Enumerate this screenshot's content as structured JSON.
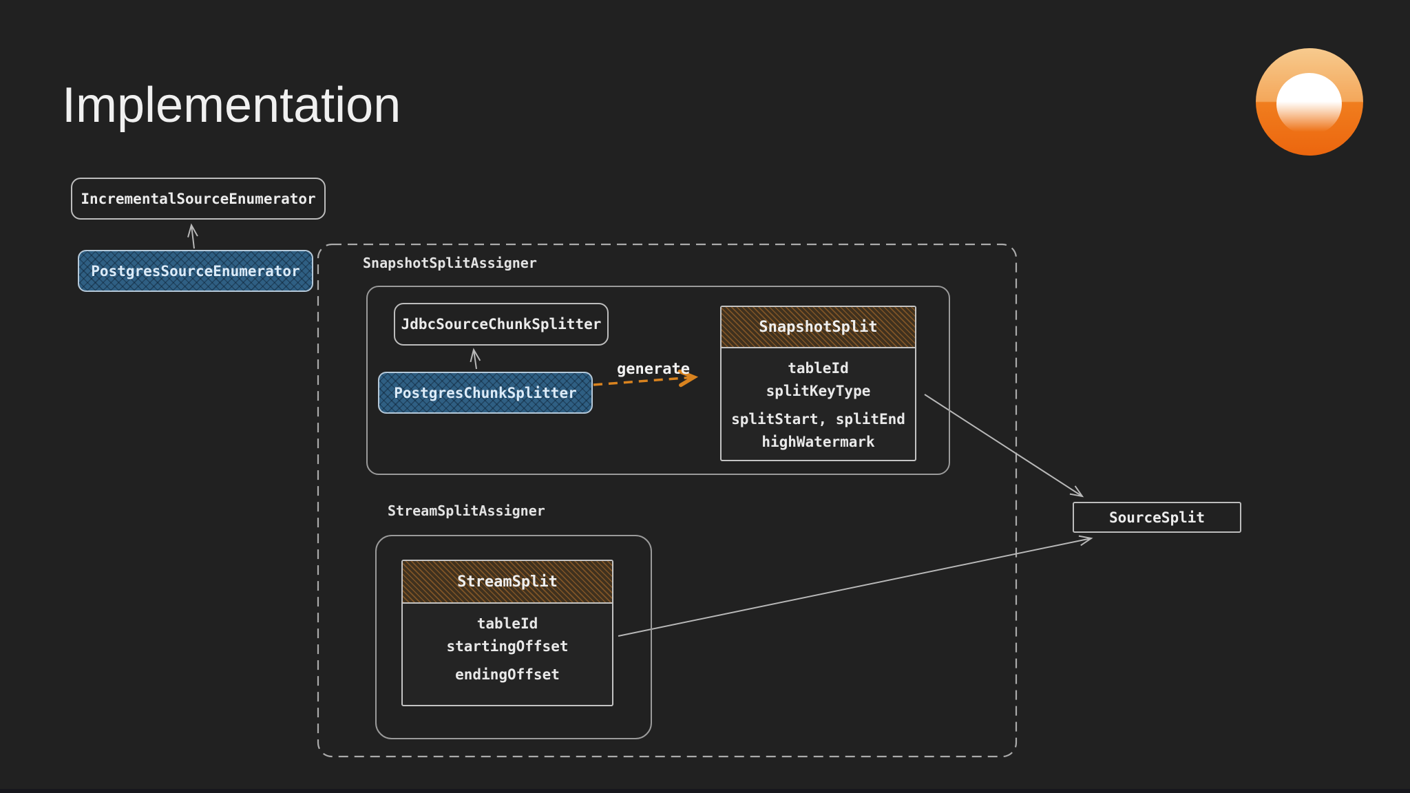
{
  "slide": {
    "title": "Implementation",
    "background": "#212121",
    "accent_orange": "#d9831f"
  },
  "nodes": {
    "incremental_source_enumerator": "IncrementalSourceEnumerator",
    "postgres_source_enumerator": "PostgresSourceEnumerator",
    "jdbc_source_chunk_splitter": "JdbcSourceChunkSplitter",
    "postgres_chunk_splitter": "PostgresChunkSplitter",
    "source_split": "SourceSplit"
  },
  "groups": {
    "snapshot_split_assigner": "SnapshotSplitAssigner",
    "stream_split_assigner": "StreamSplitAssigner"
  },
  "snapshot_split": {
    "title": "SnapshotSplit",
    "fields": [
      "tableId",
      "splitKeyType",
      "splitStart, splitEnd",
      "highWatermark"
    ]
  },
  "stream_split": {
    "title": "StreamSplit",
    "fields": [
      "tableId",
      "startingOffset",
      "endingOffset"
    ]
  },
  "edges": {
    "generate_label": "generate"
  },
  "icons": {
    "sun_orb": "orange-sun-orb"
  }
}
